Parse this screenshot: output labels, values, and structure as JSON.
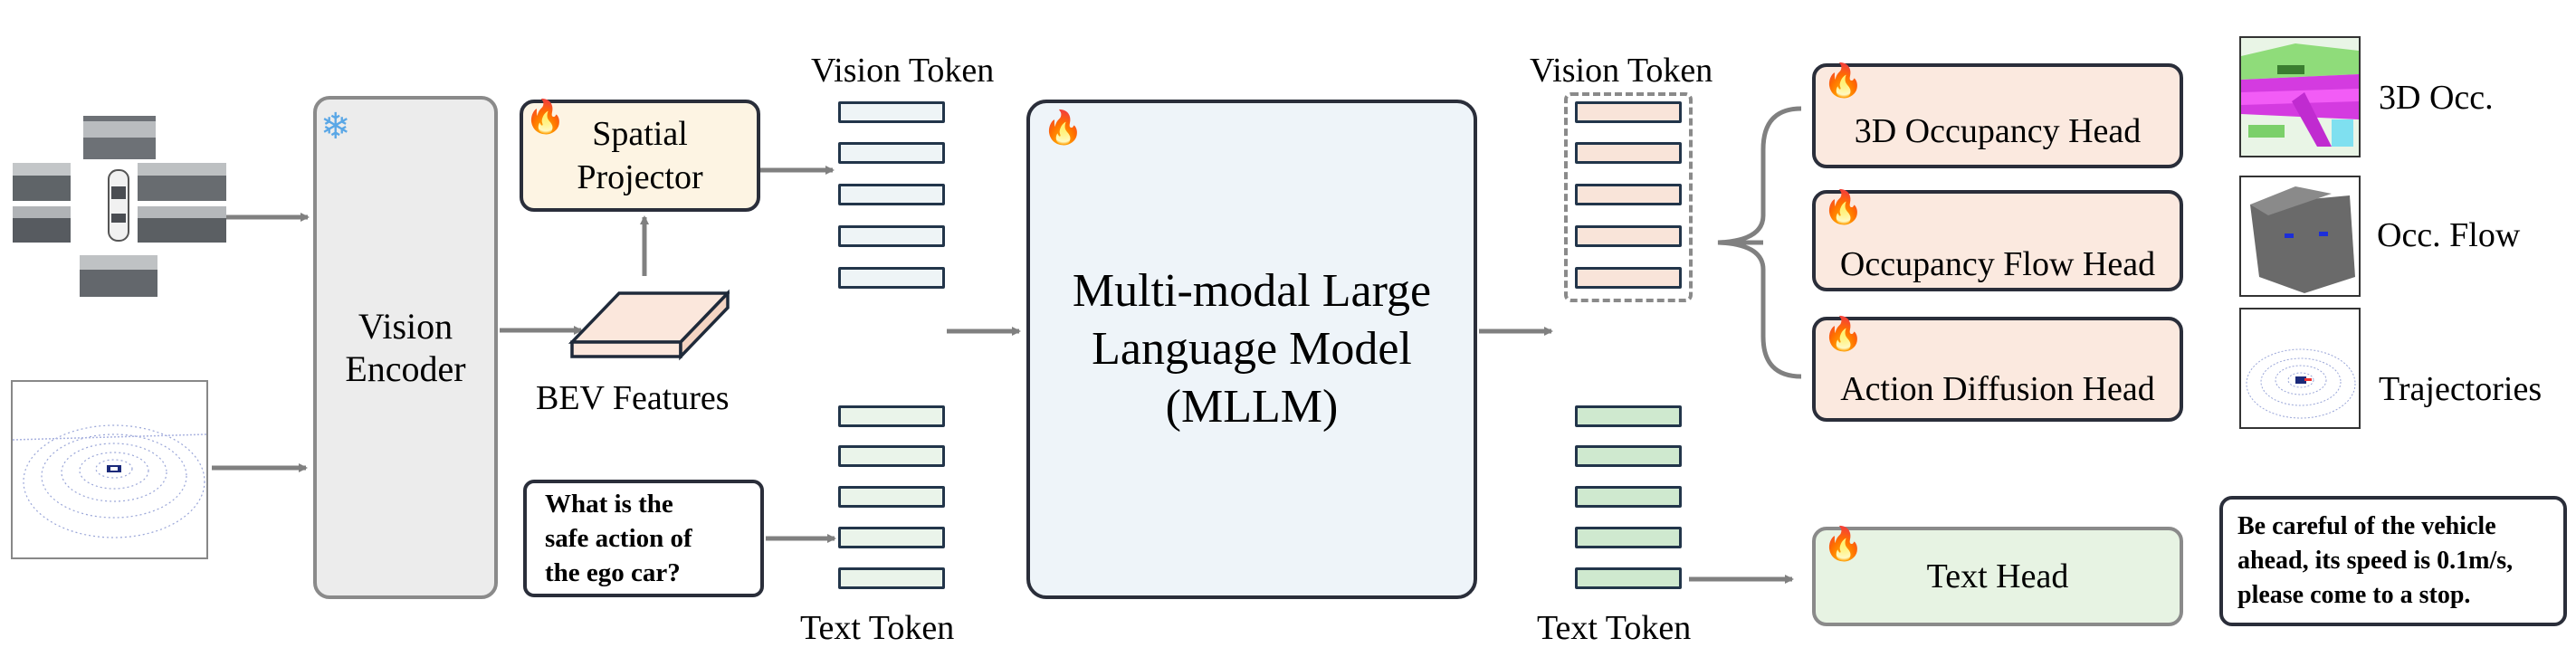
{
  "inputs": {
    "camera_views": "multi-view-camera-images",
    "lidar": "lidar-point-cloud"
  },
  "vision_encoder": {
    "label_line1": "Vision",
    "label_line2": "Encoder",
    "icon": "snowflake-icon"
  },
  "spatial_projector": {
    "label_line1": "Spatial",
    "label_line2": "Projector",
    "icon": "flame-icon"
  },
  "bev_features": {
    "label": "BEV Features"
  },
  "left_tokens": {
    "vision_label": "Vision Token",
    "text_label": "Text Token"
  },
  "question": {
    "line1": "What is the",
    "line2": "safe action of",
    "line3": "the ego car?"
  },
  "mllm": {
    "line1": "Multi-modal Large",
    "line2": "Language Model",
    "line3": "(MLLM)",
    "icon": "flame-icon"
  },
  "right_tokens": {
    "vision_label": "Vision Token",
    "text_label": "Text Token"
  },
  "heads": [
    {
      "label": "3D Occupancy Head",
      "output": "3D Occ."
    },
    {
      "label": "Occupancy Flow Head",
      "output": "Occ. Flow"
    },
    {
      "label": "Action Diffusion Head",
      "output": "Trajectories"
    }
  ],
  "text_head": {
    "label": "Text Head"
  },
  "answer": {
    "line1": "Be careful of the vehicle",
    "line2": "ahead, its speed is 0.1m/s,",
    "line3": "please come to a stop."
  },
  "colors": {
    "arrow": "#808080",
    "border": "#2a2e3a",
    "encoder_fill": "#ececec",
    "projector_fill": "#fdf4e3",
    "mllm_fill": "#eef4f9",
    "head_fill": "#fbe9df",
    "text_head_fill": "#e7f3e3",
    "flame": "#e8531c",
    "snowflake": "#5aa7e6"
  }
}
